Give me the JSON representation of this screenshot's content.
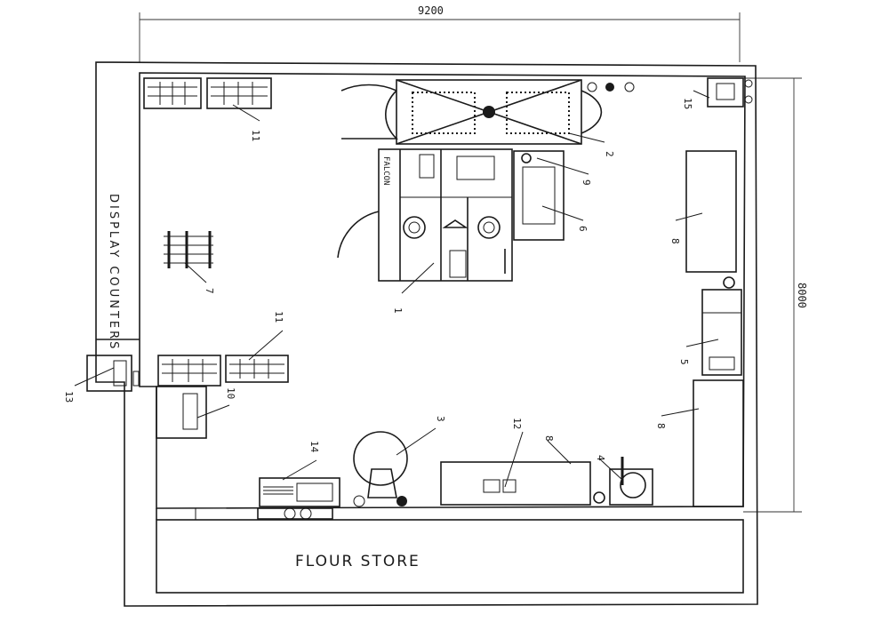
{
  "dimensions": {
    "width_label": "9200",
    "height_label": "8000"
  },
  "rooms": {
    "flour_store": "FLOUR STORE",
    "display_counters": "DISPLAY COUNTERS"
  },
  "equipment_brand": "FALCON",
  "callouts": {
    "c1": "1",
    "c2": "2",
    "c3": "3",
    "c4": "4",
    "c5": "5",
    "c6": "6",
    "c7": "7",
    "c8a": "8",
    "c8b": "8",
    "c8c": "8",
    "c9": "9",
    "c10": "10",
    "c11a": "11",
    "c11b": "11",
    "c12": "12",
    "c13": "13",
    "c14": "14",
    "c15": "15"
  }
}
